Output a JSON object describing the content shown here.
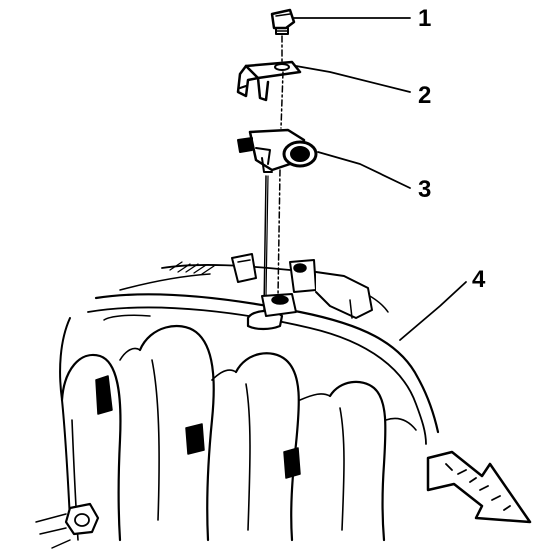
{
  "callouts": [
    {
      "number": "1",
      "part": "bolt"
    },
    {
      "number": "2",
      "part": "bracket"
    },
    {
      "number": "3",
      "part": "sensor"
    },
    {
      "number": "4",
      "part": "intake-manifold"
    }
  ],
  "colors": {
    "line": "#000000",
    "background": "#ffffff"
  },
  "icons": {
    "direction": "front-arrow-icon"
  }
}
